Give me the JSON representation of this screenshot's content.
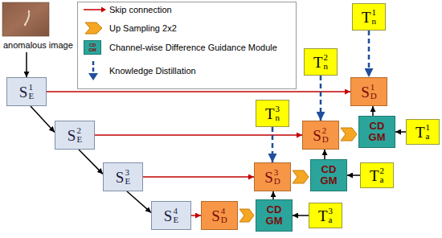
{
  "diagram": {
    "nodes": [
      {
        "text": [
          "anomalous image"
        ]
      },
      {
        "text": [
          "SE1"
        ]
      },
      {
        "text": [
          "SE2"
        ]
      },
      {
        "text": [
          "SE3"
        ]
      },
      {
        "text": [
          "SE4"
        ]
      },
      {
        "text": [
          "SD4"
        ]
      },
      {
        "text": [
          "SD3"
        ]
      },
      {
        "text": [
          "SD2"
        ]
      },
      {
        "text": [
          "SD1"
        ]
      },
      {
        "text": [
          "CD GM"
        ]
      },
      {
        "text": [
          "CD GM"
        ]
      },
      {
        "text": [
          "CD GM"
        ]
      },
      {
        "text": [
          "Ta3"
        ]
      },
      {
        "text": [
          "Ta2"
        ]
      },
      {
        "text": [
          "Ta1"
        ]
      },
      {
        "text": [
          "Tn3"
        ]
      },
      {
        "text": [
          "Tn2"
        ]
      },
      {
        "text": [
          "Tn1"
        ]
      }
    ],
    "edges": [
      {
        "from": 0,
        "to": 1,
        "arrow": "to"
      },
      {
        "from": 1,
        "to": 2,
        "arrow": "to"
      },
      {
        "from": 2,
        "to": 3,
        "arrow": "to"
      },
      {
        "from": 3,
        "to": 4,
        "arrow": "to"
      },
      {
        "from": 1,
        "to": 8,
        "arrow": "to"
      },
      {
        "from": 2,
        "to": 7,
        "arrow": "to"
      },
      {
        "from": 3,
        "to": 6,
        "arrow": "to"
      },
      {
        "from": 4,
        "to": 5,
        "arrow": "to"
      },
      {
        "from": 5,
        "to": 9,
        "arrow": "to"
      },
      {
        "from": 6,
        "to": 10,
        "arrow": "to"
      },
      {
        "from": 7,
        "to": 11,
        "arrow": "to"
      },
      {
        "from": 12,
        "to": 9,
        "arrow": "to"
      },
      {
        "from": 13,
        "to": 10,
        "arrow": "to"
      },
      {
        "from": 14,
        "to": 11,
        "arrow": "to"
      },
      {
        "from": 9,
        "to": 6,
        "arrow": "to"
      },
      {
        "from": 10,
        "to": 7,
        "arrow": "to"
      },
      {
        "from": 11,
        "to": 8,
        "arrow": "to"
      },
      {
        "from": 15,
        "to": 6,
        "arrow": "to"
      },
      {
        "from": 16,
        "to": 7,
        "arrow": "to"
      },
      {
        "from": 17,
        "to": 8,
        "arrow": "to"
      }
    ],
    "labels": [
      "CD GM"
    ],
    "legend": [
      {
        "text": "Skip connection"
      },
      {
        "text": "Up Sampling 2x2"
      },
      {
        "text": "Channel-wise Difference Guidance Module",
        "color": "#2ba59c"
      },
      {
        "text": "Knowledge Distillation"
      }
    ]
  }
}
